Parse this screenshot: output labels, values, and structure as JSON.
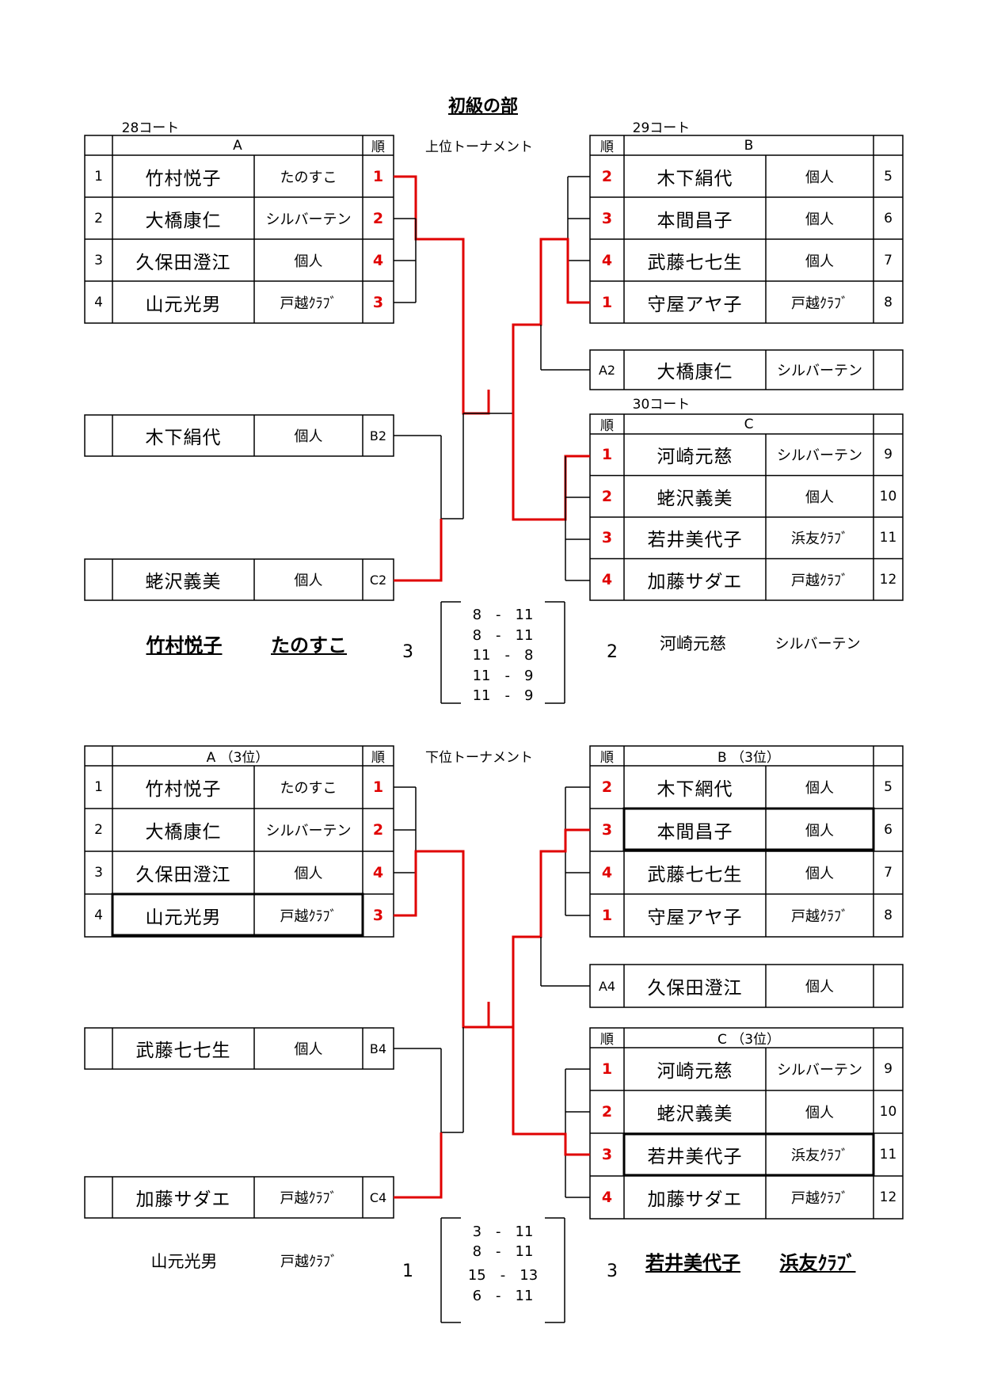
{
  "title": "初級の部",
  "upper": {
    "label": "上位トーナメント",
    "courts": {
      "a": "28コート",
      "b": "29コート",
      "c": "30コート"
    },
    "groupA": {
      "header": "A",
      "rank_header": "順",
      "rows": [
        {
          "no": "1",
          "name": "竹村悦子",
          "club": "たのすこ",
          "rank": "1"
        },
        {
          "no": "2",
          "name": "大橋康仁",
          "club": "シルバーテン",
          "rank": "2"
        },
        {
          "no": "3",
          "name": "久保田澄江",
          "club": "個人",
          "rank": "4"
        },
        {
          "no": "4",
          "name": "山元光男",
          "club": "戸越ｸﾗﾌﾞ",
          "rank": "3"
        }
      ]
    },
    "groupB": {
      "header": "B",
      "rank_header": "順",
      "rows": [
        {
          "no": "5",
          "name": "木下絹代",
          "club": "個人",
          "rank": "2"
        },
        {
          "no": "6",
          "name": "本間昌子",
          "club": "個人",
          "rank": "3"
        },
        {
          "no": "7",
          "name": "武藤七七生",
          "club": "個人",
          "rank": "4"
        },
        {
          "no": "8",
          "name": "守屋アヤ子",
          "club": "戸越ｸﾗﾌﾞ",
          "rank": "1"
        }
      ]
    },
    "groupC": {
      "header": "C",
      "rank_header": "順",
      "rows": [
        {
          "no": "9",
          "name": "河崎元慈",
          "club": "シルバーテン",
          "rank": "1"
        },
        {
          "no": "10",
          "name": "蛯沢義美",
          "club": "個人",
          "rank": "2"
        },
        {
          "no": "11",
          "name": "若井美代子",
          "club": "浜友ｸﾗﾌﾞ",
          "rank": "3"
        },
        {
          "no": "12",
          "name": "加藤サダエ",
          "club": "戸越ｸﾗﾌﾞ",
          "rank": "4"
        }
      ]
    },
    "seed_right": {
      "tag": "A2",
      "name": "大橋康仁",
      "club": "シルバーテン"
    },
    "seed_left1": {
      "tag": "B2",
      "name": "木下絹代",
      "club": "個人"
    },
    "seed_left2": {
      "tag": "C2",
      "name": "蛯沢義美",
      "club": "個人"
    },
    "final": {
      "left_name": "竹村悦子",
      "left_club": "たのすこ",
      "left_games": "3",
      "right_name": "河崎元慈",
      "right_club": "シルバーテン",
      "right_games": "2",
      "scores": [
        "8　-　11",
        "8　-　11",
        "11　-　8",
        "11　-　9",
        "11　-　9"
      ]
    }
  },
  "lower": {
    "label": "下位トーナメント",
    "groupA": {
      "header": "A （3位）",
      "rank_header": "順",
      "rows": [
        {
          "no": "1",
          "name": "竹村悦子",
          "club": "たのすこ",
          "rank": "1"
        },
        {
          "no": "2",
          "name": "大橋康仁",
          "club": "シルバーテン",
          "rank": "2"
        },
        {
          "no": "3",
          "name": "久保田澄江",
          "club": "個人",
          "rank": "4"
        },
        {
          "no": "4",
          "name": "山元光男",
          "club": "戸越ｸﾗﾌﾞ",
          "rank": "3"
        }
      ]
    },
    "groupB": {
      "header": "B （3位）",
      "rank_header": "順",
      "rows": [
        {
          "no": "5",
          "name": "木下網代",
          "club": "個人",
          "rank": "2"
        },
        {
          "no": "6",
          "name": "本間昌子",
          "club": "個人",
          "rank": "3"
        },
        {
          "no": "7",
          "name": "武藤七七生",
          "club": "個人",
          "rank": "4"
        },
        {
          "no": "8",
          "name": "守屋アヤ子",
          "club": "戸越ｸﾗﾌﾞ",
          "rank": "1"
        }
      ]
    },
    "groupC": {
      "header": "C （3位）",
      "rank_header": "順",
      "rows": [
        {
          "no": "9",
          "name": "河崎元慈",
          "club": "シルバーテン",
          "rank": "1"
        },
        {
          "no": "10",
          "name": "蛯沢義美",
          "club": "個人",
          "rank": "2"
        },
        {
          "no": "11",
          "name": "若井美代子",
          "club": "浜友ｸﾗﾌﾞ",
          "rank": "3"
        },
        {
          "no": "12",
          "name": "加藤サダエ",
          "club": "戸越ｸﾗﾌﾞ",
          "rank": "4"
        }
      ]
    },
    "seed_right": {
      "tag": "A4",
      "name": "久保田澄江",
      "club": "個人"
    },
    "seed_left1": {
      "tag": "B4",
      "name": "武藤七七生",
      "club": "個人"
    },
    "seed_left2": {
      "tag": "C4",
      "name": "加藤サダエ",
      "club": "戸越ｸﾗﾌﾞ"
    },
    "final": {
      "left_name": "山元光男",
      "left_club": "戸越ｸﾗﾌﾞ",
      "left_games": "1",
      "right_name": "若井美代子",
      "right_club": "浜友ｸﾗﾌﾞ",
      "right_games": "3",
      "scores": [
        "3　-　11",
        "8　-　11",
        "15　-　13",
        "6　-　11"
      ]
    }
  },
  "colors": {
    "winner_line": "#e00000",
    "rank_text": "#e00000",
    "grid": "#000000"
  }
}
